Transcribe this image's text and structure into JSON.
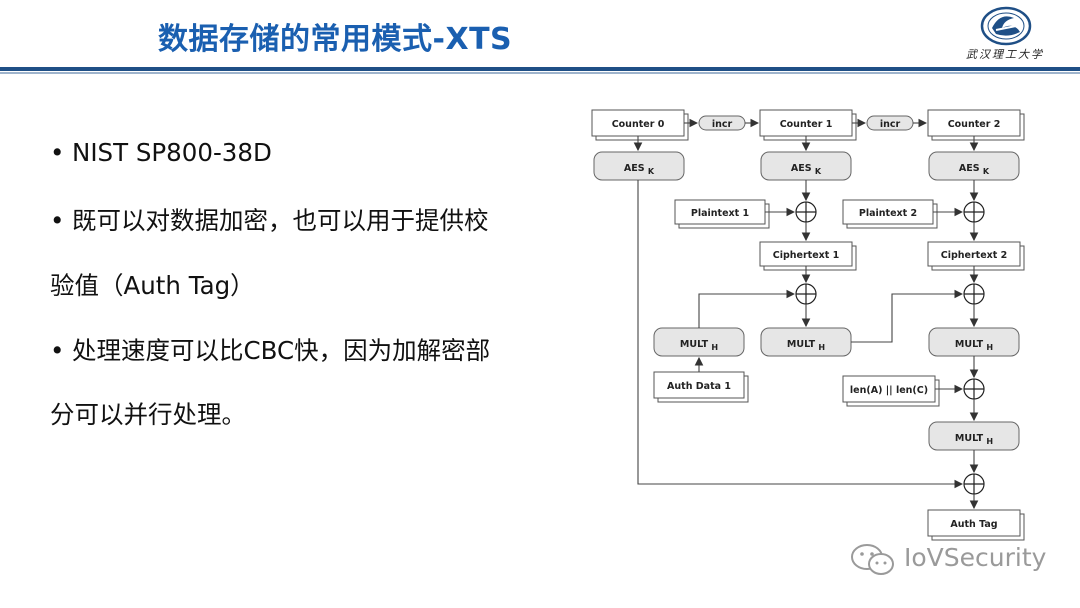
{
  "slide": {
    "title": "数据存储的常用模式-XTS",
    "logo_text": "武汉理工大学"
  },
  "content": {
    "lines": [
      "NIST SP800-38D",
      "既可以对数据加密，也可以用于提供校",
      "验值（Auth Tag）",
      "处理速度可以比CBC快，因为加解密部",
      "分可以并行处理。"
    ],
    "bullet_char": "•"
  },
  "diagram": {
    "counters": [
      "Counter 0",
      "Counter 1",
      "Counter 2"
    ],
    "incr": "incr",
    "aes": "AES",
    "aes_sub": "K",
    "plaintexts": [
      "Plaintext 1",
      "Plaintext 2"
    ],
    "ciphertexts": [
      "Ciphertext 1",
      "Ciphertext 2"
    ],
    "mult": "MULT",
    "mult_sub": "H",
    "auth_data": "Auth Data 1",
    "len": "len(A) || len(C)",
    "auth_tag": "Auth Tag"
  },
  "watermark": {
    "text": "IoVSecurity",
    "icon": "wechat-icon"
  },
  "colors": {
    "title": "#1a5fb0",
    "rule": "#1f4f86",
    "watermark": "#9a9a9a"
  }
}
